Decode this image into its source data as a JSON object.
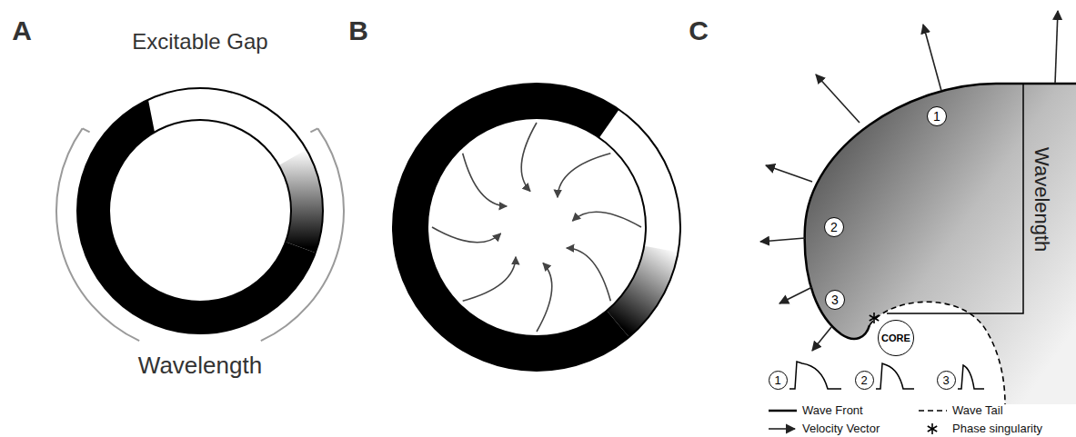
{
  "diagram": {
    "nodes": [
      {
        "text": [
          "1"
        ]
      },
      {
        "text": [
          "2"
        ]
      },
      {
        "text": [
          "3"
        ]
      },
      {
        "text": [
          "CORE"
        ]
      },
      {
        "text": [
          "1"
        ]
      },
      {
        "text": [
          "2"
        ]
      },
      {
        "text": [
          "3"
        ]
      }
    ],
    "labels": [
      "A",
      "Excitable Gap",
      "Wavelength",
      "B",
      "C",
      "Wavelength"
    ],
    "legend": [
      {
        "text": "Wave Front"
      },
      {
        "text": "Wave Tail"
      },
      {
        "text": "Velocity Vector"
      },
      {
        "text": "Phase singularity"
      }
    ]
  }
}
